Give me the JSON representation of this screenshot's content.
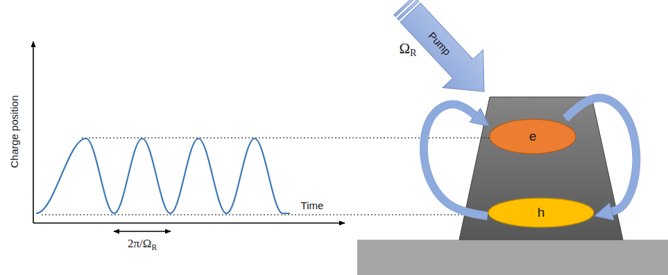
{
  "diagram": {
    "nodes": [
      {
        "text": [
          "Pump"
        ]
      },
      {
        "text": [
          "e"
        ]
      },
      {
        "text": [
          "h"
        ]
      }
    ],
    "edges": [
      {
        "from": 2,
        "to": 1,
        "arrow": "to"
      },
      {
        "from": 1,
        "to": 2,
        "arrow": "to"
      }
    ],
    "labels": [
      "Charge position",
      "Time",
      "2π/ΩR",
      "ΩR"
    ]
  }
}
